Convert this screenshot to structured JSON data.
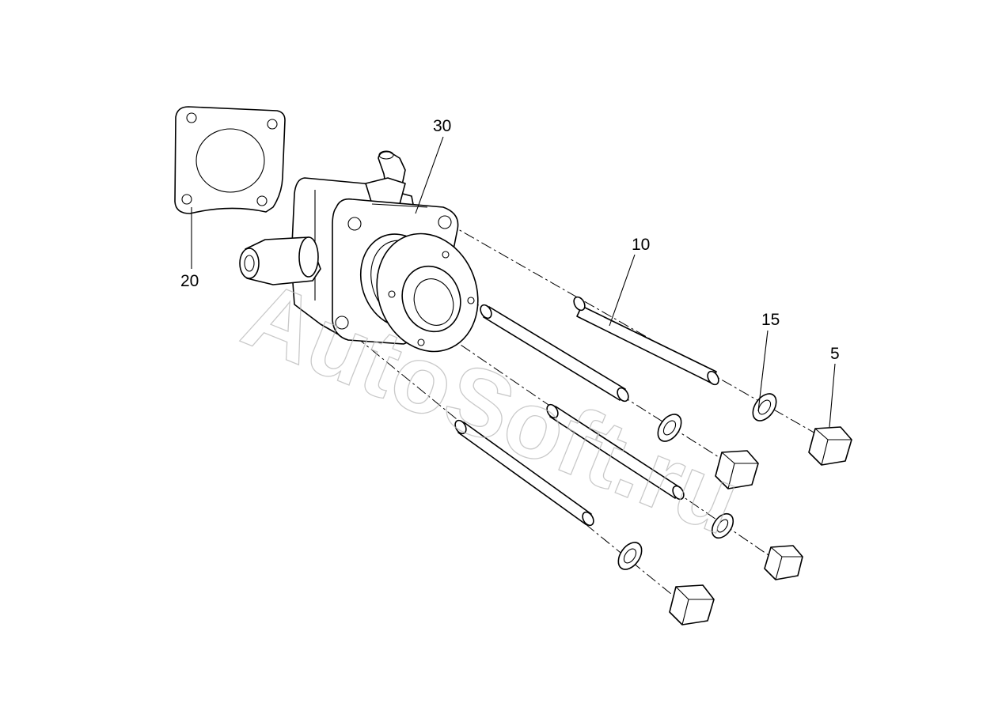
{
  "callouts": {
    "c30": "30",
    "c20": "20",
    "c10": "10",
    "c15": "15",
    "c5": "5"
  },
  "watermark": "AutoSoft.ru"
}
